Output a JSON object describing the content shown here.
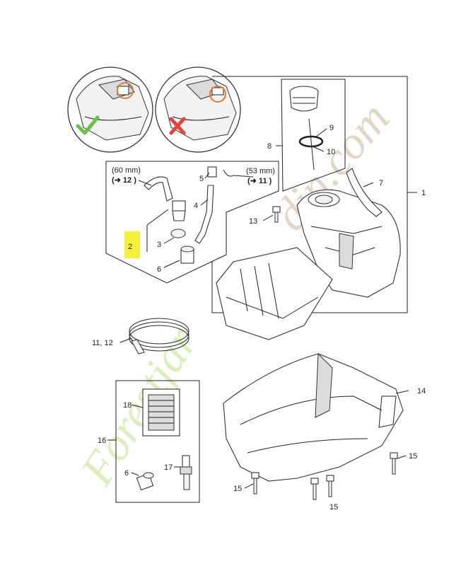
{
  "labels": {
    "p1": "1",
    "p2": "2",
    "p3": "3",
    "p4": "4",
    "p5": "5",
    "p6a": "6",
    "p6b": "6",
    "p7": "7",
    "p8": "8",
    "p9": "9",
    "p10": "10",
    "p11_12": "11, 12",
    "p13": "13",
    "p14": "14",
    "p15a": "15",
    "p15b": "15",
    "p15c": "15",
    "p16": "16",
    "p17": "17",
    "p18": "18",
    "len_left": "(60 mm)",
    "ref_left": "(➜ 12 )",
    "len_right": "(53 mm)",
    "ref_right": "(➜ 11 )"
  },
  "watermark": "Forestjardin.com",
  "colors": {
    "highlight": "#f4f238",
    "check": "#6cc04a",
    "cross": "#e2443a",
    "circle": "#e07a3a",
    "watermark_green": "#cfe8a8",
    "watermark_brown": "#d9c8b4"
  }
}
